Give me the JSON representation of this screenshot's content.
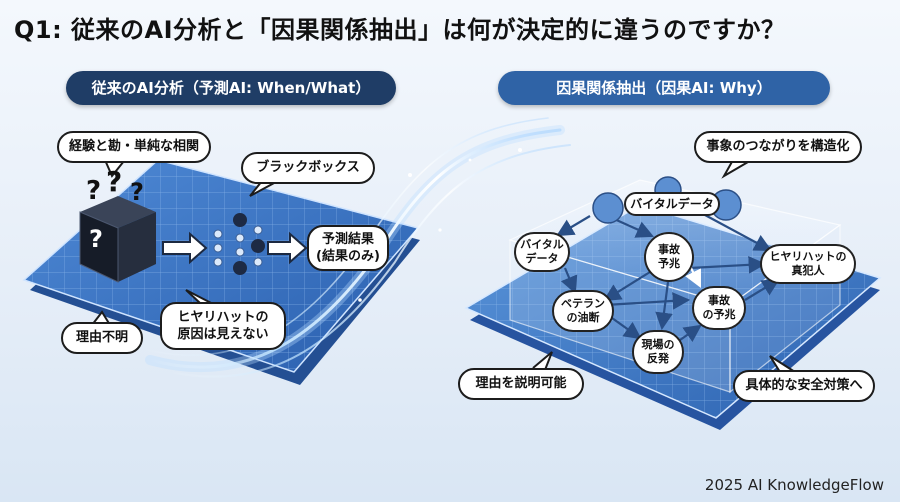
{
  "title": "Q1: 従来のAI分析と「因果関係抽出」は何が決定的に違うのですか？",
  "left_panel": {
    "header": "従来のAI分析（予測AI: When/What）",
    "bubble_correlation": "経験と勘・単純な相関",
    "bubble_blackbox": "ブラックボックス",
    "bubble_reason_unknown": "理由不明",
    "bubble_cause_hidden_line1": "ヒヤリハットの",
    "bubble_cause_hidden_line2": "原因は見えない",
    "output_line1": "予測結果",
    "output_line2": "(結果のみ)",
    "question_mark": "?"
  },
  "right_panel": {
    "header": "因果関係抽出（因果AI: Why）",
    "bubble_structure": "事象のつながりを構造化",
    "bubble_explainable": "理由を説明可能",
    "bubble_safety": "具体的な安全対策へ",
    "vital_data_tag": "バイタルデータ",
    "nodes": {
      "vital_line1": "バイタル",
      "vital_line2": "データ",
      "sign_line1": "事故",
      "sign_line2": "予兆",
      "veteran_line1": "ベテラン",
      "veteran_line2": "の油断",
      "accident_sign_line1": "事故",
      "accident_sign_line2": "の予兆",
      "site_line1": "現場の",
      "site_line2": "反発",
      "culprit_line1": "ヒヤリハットの",
      "culprit_line2": "真犯人"
    }
  },
  "credit": "2025 AI KnowledgeFlow",
  "colors": {
    "dark_navy": "#1f3d66",
    "accent_blue": "#2f63a6",
    "grid_blue": "#3d78c8"
  }
}
